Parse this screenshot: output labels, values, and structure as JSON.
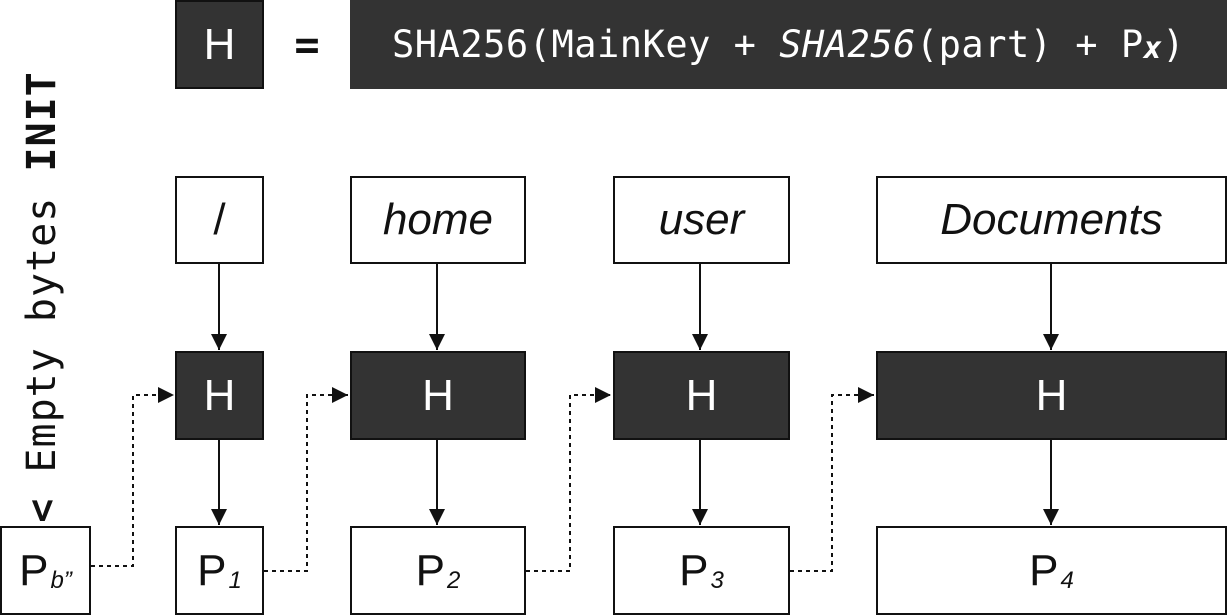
{
  "side_label": {
    "lt": "<",
    "text": "Empty bytes",
    "init": "INIT"
  },
  "header": {
    "h": "H",
    "equals": "=",
    "formula": {
      "pre": "SHA256(MainKey + ",
      "fn": "SHA256",
      "mid": "(part) + P",
      "sub": "x",
      "post": ")"
    }
  },
  "parts": [
    "/",
    "home",
    "user",
    "Documents"
  ],
  "hash_label": "H",
  "outputs": [
    {
      "p": "P",
      "sub": "b”"
    },
    {
      "p": "P",
      "sub": "1"
    },
    {
      "p": "P",
      "sub": "2"
    },
    {
      "p": "P",
      "sub": "3"
    },
    {
      "p": "P",
      "sub": "4"
    }
  ]
}
